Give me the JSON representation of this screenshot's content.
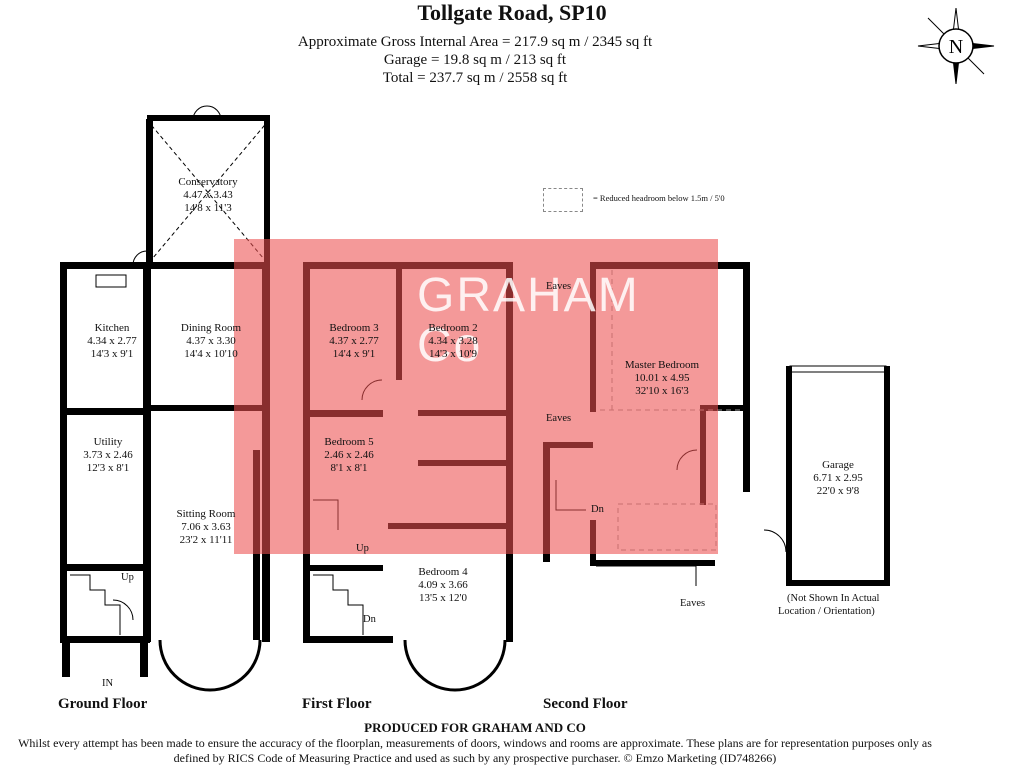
{
  "header": {
    "title": "Tollgate Road, SP10",
    "areas": [
      "Approximate Gross Internal Area = 217.9 sq m / 2345 sq ft",
      "Garage = 19.8 sq m / 213 sq ft",
      "Total = 237.7 sq m / 2558 sq ft"
    ],
    "compass_letter": "N"
  },
  "legend": {
    "text": "= Reduced headroom below 1.5m / 5'0"
  },
  "watermark": {
    "line1": "GRAHAM",
    "line2": "Co",
    "color": "#ec5050"
  },
  "rooms": [
    {
      "id": "conservatory",
      "name": "Conservatory",
      "metric": "4.47 x 3.43",
      "imperial": "14'8 x 11'3"
    },
    {
      "id": "kitchen",
      "name": "Kitchen",
      "metric": "4.34 x 2.77",
      "imperial": "14'3 x 9'1"
    },
    {
      "id": "dining",
      "name": "Dining Room",
      "metric": "4.37 x 3.30",
      "imperial": "14'4 x 10'10"
    },
    {
      "id": "utility",
      "name": "Utility",
      "metric": "3.73 x 2.46",
      "imperial": "12'3 x 8'1"
    },
    {
      "id": "sitting",
      "name": "Sitting Room",
      "metric": "7.06 x 3.63",
      "imperial": "23'2 x 11'11"
    },
    {
      "id": "bed3",
      "name": "Bedroom 3",
      "metric": "4.37 x 2.77",
      "imperial": "14'4 x 9'1"
    },
    {
      "id": "bed2",
      "name": "Bedroom 2",
      "metric": "4.34 x 3.28",
      "imperial": "14'3 x 10'9"
    },
    {
      "id": "bed5",
      "name": "Bedroom 5",
      "metric": "2.46 x 2.46",
      "imperial": "8'1 x 8'1"
    },
    {
      "id": "bed4",
      "name": "Bedroom 4",
      "metric": "4.09 x 3.66",
      "imperial": "13'5 x 12'0"
    },
    {
      "id": "master",
      "name": "Master Bedroom",
      "metric": "10.01 x 4.95",
      "imperial": "32'10 x 16'3"
    },
    {
      "id": "garage",
      "name": "Garage",
      "metric": "6.71 x 2.95",
      "imperial": "22'0 x 9'8"
    }
  ],
  "labels": {
    "up_ground": "Up",
    "in": "IN",
    "up_first": "Up",
    "dn_first": "Dn",
    "dn_second": "Dn",
    "eaves_1": "Eaves",
    "eaves_2": "Eaves",
    "eaves_3": "Eaves",
    "garage_note": [
      "(Not Shown In Actual",
      "Location / Orientation)"
    ]
  },
  "floors": [
    "Ground Floor",
    "First Floor",
    "Second Floor"
  ],
  "footer": {
    "produced": "PRODUCED FOR GRAHAM AND CO",
    "disclaimer": "Whilst every attempt has been made to ensure the accuracy of the floorplan, measurements of doors, windows and rooms are approximate. These plans are for representation purposes only as defined by RICS Code of Measuring Practice and used as such by any prospective purchaser. © Emzo Marketing (ID748266)"
  }
}
